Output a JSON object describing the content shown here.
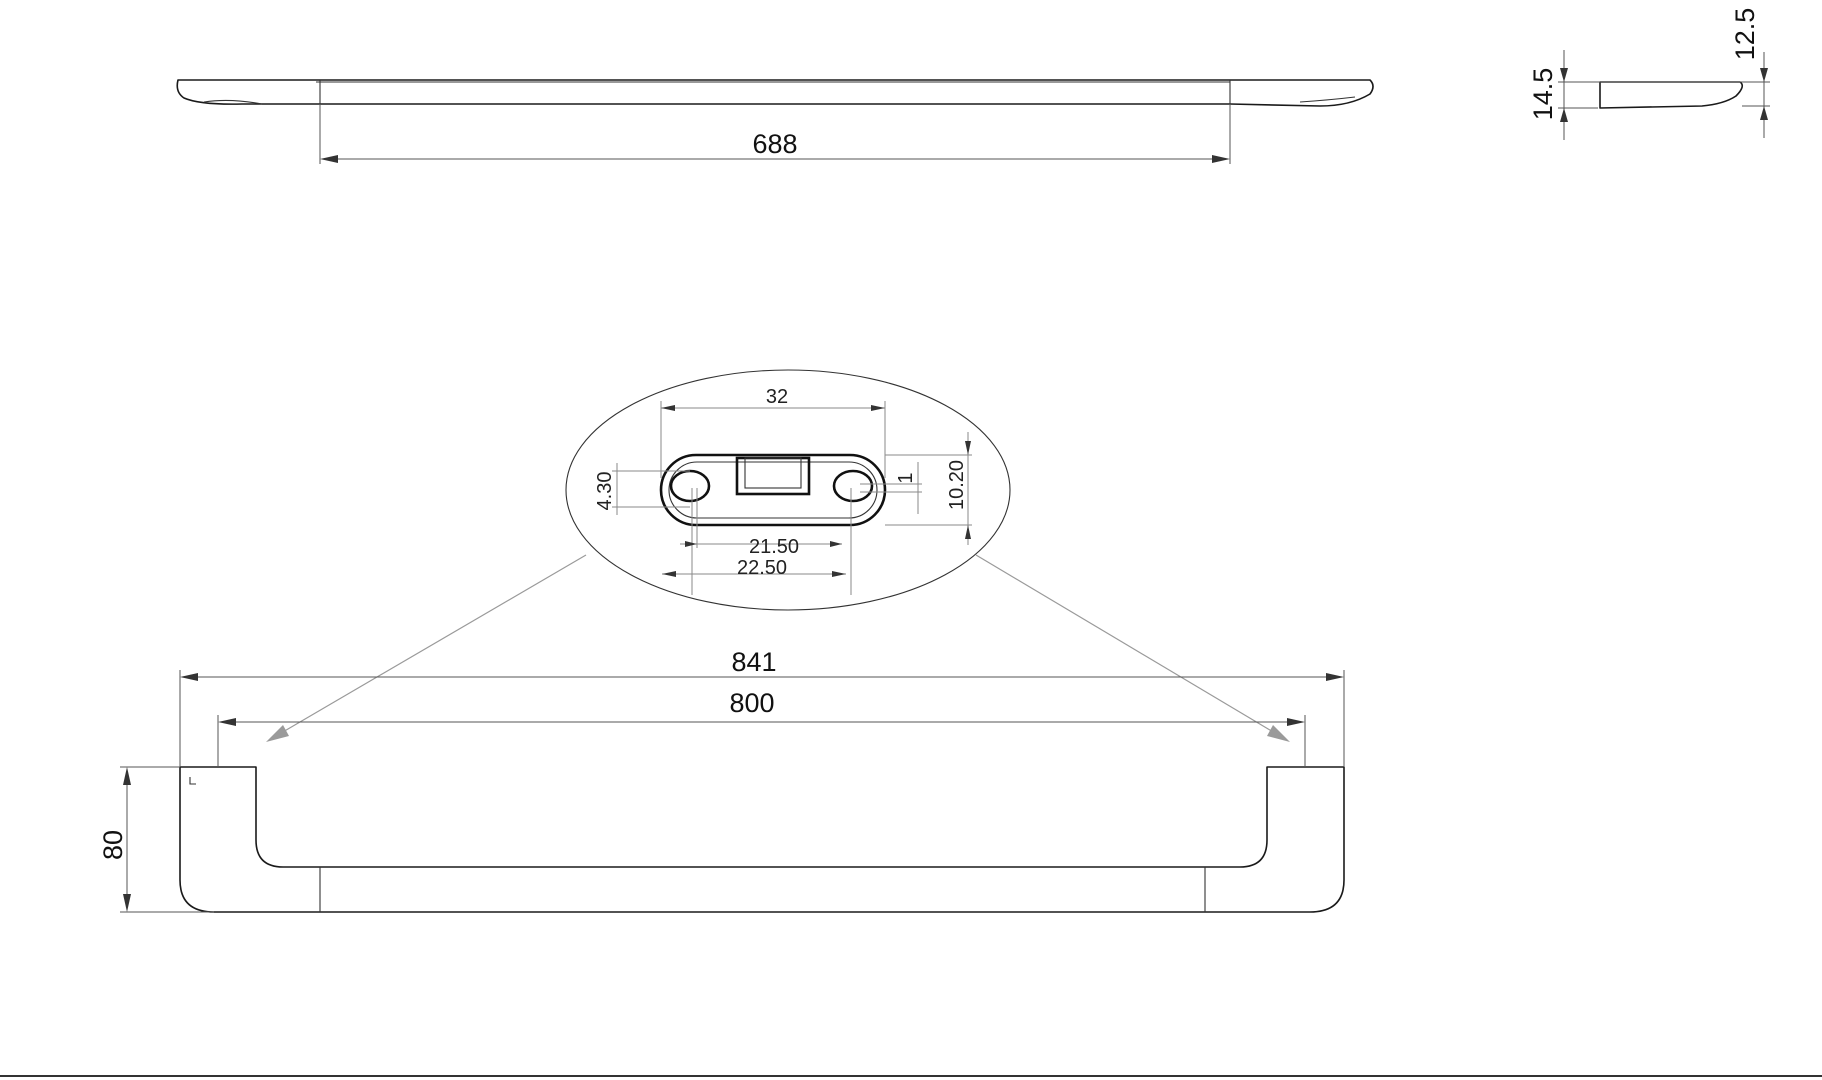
{
  "dimensions": {
    "top_length": "688",
    "side_height_a": "14.5",
    "side_height_b": "12.5",
    "slot_spacing": "32",
    "hole_dia": "4.30",
    "step": "1",
    "bracket_height": "10.20",
    "inner_span": "21.50",
    "outer_span": "22.50",
    "overall_width": "841",
    "center_distance": "800",
    "depth": "80"
  },
  "colors": {
    "line": "#1a1a1a",
    "dimension": "#555555",
    "leader": "#9a9a9a"
  }
}
